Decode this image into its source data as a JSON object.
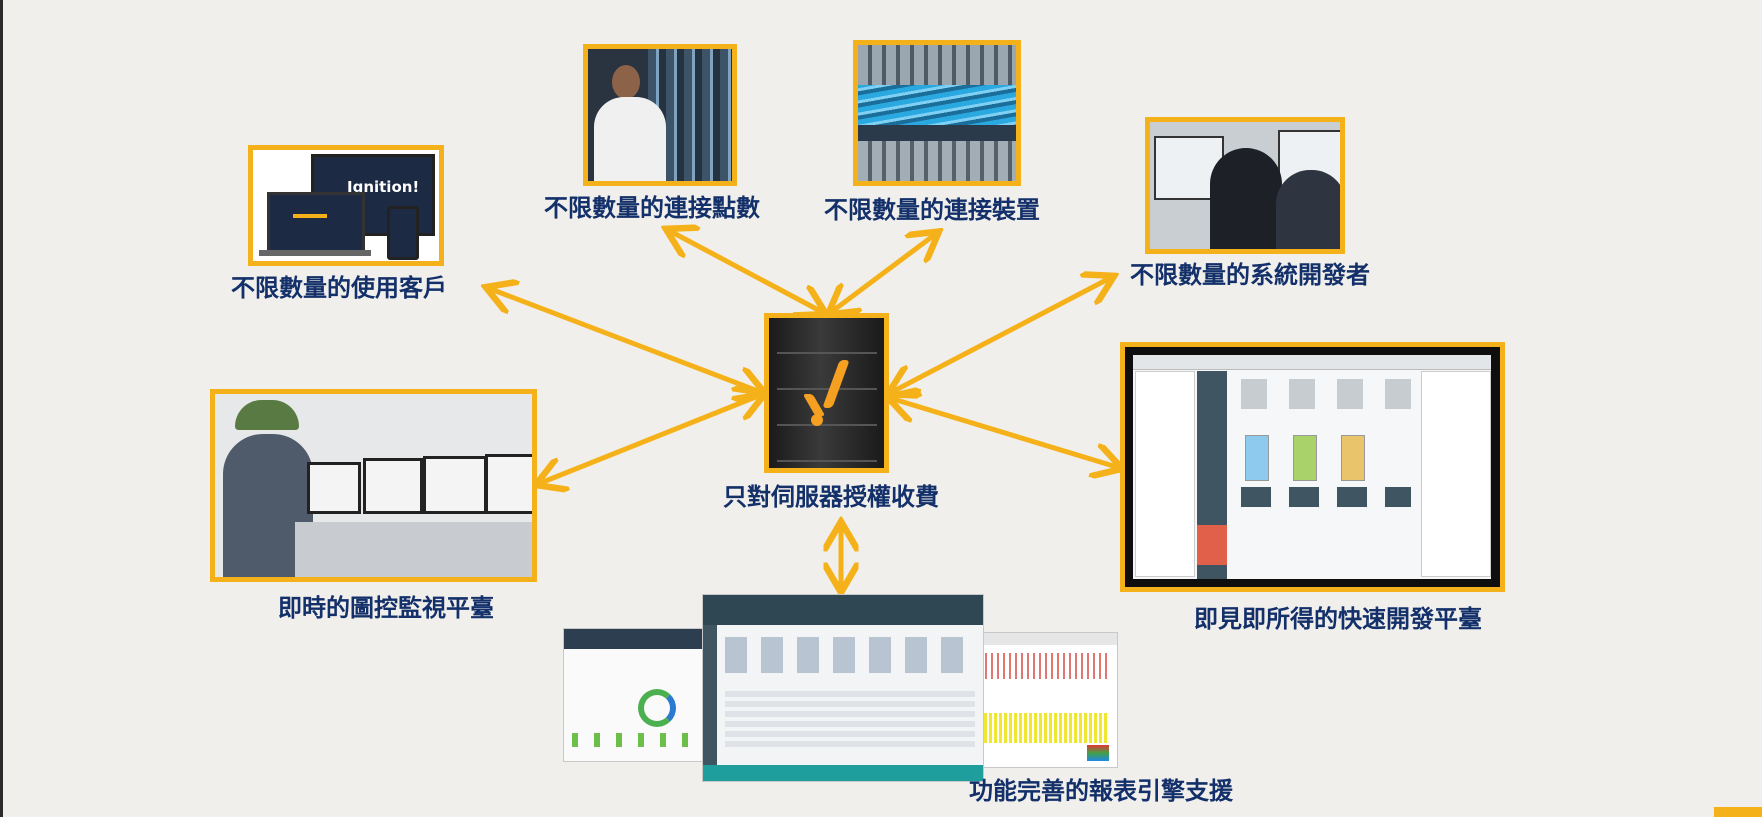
{
  "hub": {
    "label": "只對伺服器授權收費"
  },
  "nodes": {
    "clients": {
      "label": "不限數量的使用客戶",
      "brand": "Ignition!"
    },
    "tags": {
      "label": "不限數量的連接點數"
    },
    "devices": {
      "label": "不限數量的連接裝置"
    },
    "developers": {
      "label": "不限數量的系統開發者"
    },
    "hmi": {
      "label": "即時的圖控監視平臺"
    },
    "designer": {
      "label": "即見即所得的快速開發平臺"
    },
    "reports": {
      "label": "功能完善的報表引擎支援"
    }
  },
  "colors": {
    "accent": "#f5b11a",
    "text": "#13306a",
    "background": "#f1efeb"
  }
}
